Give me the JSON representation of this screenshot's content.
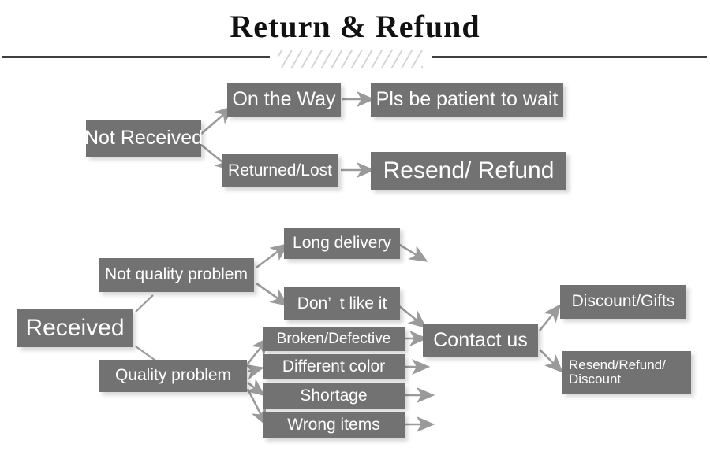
{
  "header": {
    "title": "Return & Refund",
    "divider_icon": "hatched-divider",
    "watermark": ""
  },
  "flow": {
    "not_received": {
      "root": "Not Received",
      "branches": [
        {
          "cause": "On the Way",
          "action": "Pls be patient to wait"
        },
        {
          "cause": "Returned/Lost",
          "action": "Resend/ Refund"
        }
      ]
    },
    "received": {
      "root": "Received",
      "groups": [
        {
          "label": "Not quality problem",
          "reasons": [
            "Long delivery",
            "Don’  t like it"
          ]
        },
        {
          "label": "Quality problem",
          "reasons": [
            "Broken/Defective",
            "Different color",
            "Shortage",
            "Wrong items"
          ]
        }
      ],
      "hub": "Contact us",
      "outcomes": [
        "Discount/Gifts",
        "Resend/Refund/\nDiscount"
      ]
    }
  },
  "colors": {
    "box_fill": "#727272",
    "box_text": "#ffffff",
    "arrow": "#9a9a9a",
    "rule": "#3d3d44",
    "title_text": "#111111"
  }
}
